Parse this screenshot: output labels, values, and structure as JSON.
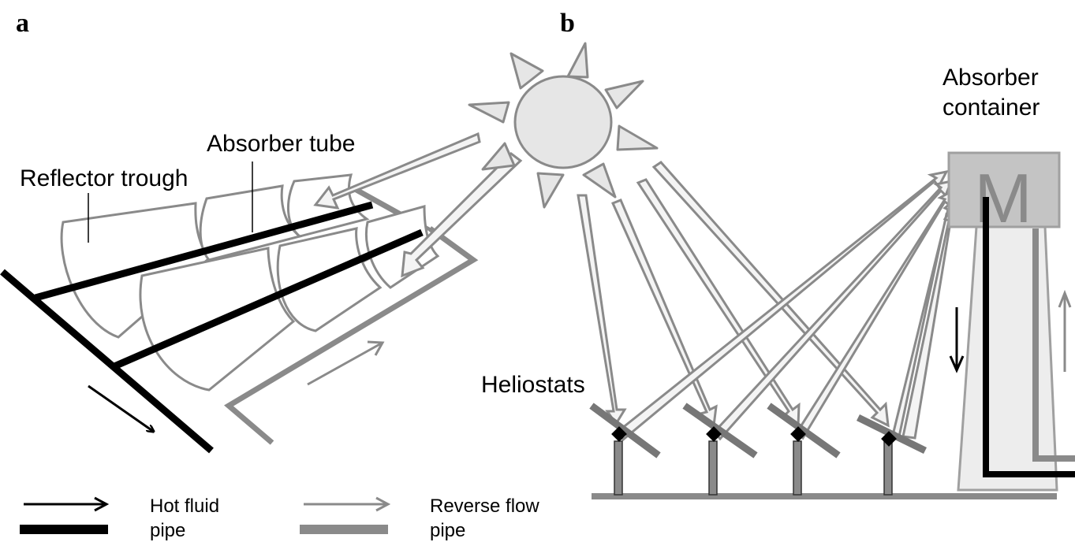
{
  "panel_a": {
    "letter": "a",
    "reflector_label": "Reflector trough",
    "absorber_label": "Absorber tube"
  },
  "panel_b": {
    "letter": "b",
    "container_label_line1": "Absorber",
    "container_label_line2": "container",
    "container_mark": "M",
    "heliostats_label": "Heliostats"
  },
  "legend": {
    "hot_line1": "Hot fluid",
    "hot_line2": "pipe",
    "reverse_line1": "Reverse flow",
    "reverse_line2": "pipe"
  },
  "colors": {
    "hot_pipe": "#000000",
    "reverse_pipe": "#808080",
    "outline": "#8a8a8a",
    "fill_light": "#ededed",
    "container_fill": "#c4c4c4"
  }
}
